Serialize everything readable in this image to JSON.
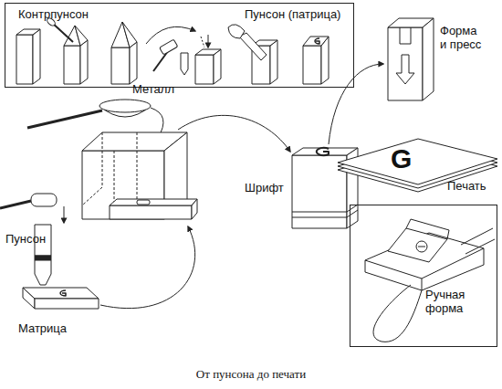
{
  "diagram": {
    "caption": "От пунсона до печати",
    "nodes": [
      {
        "text": [
          "Контрпунсон",
          "Пунсон (патрица)"
        ]
      },
      {
        "text": [
          "Ручная форма"
        ]
      }
    ],
    "labels": [
      "Металл",
      "Форма и пресс",
      "G",
      "Шрифт",
      "Печать",
      "Пунсон",
      "Матрица"
    ]
  }
}
